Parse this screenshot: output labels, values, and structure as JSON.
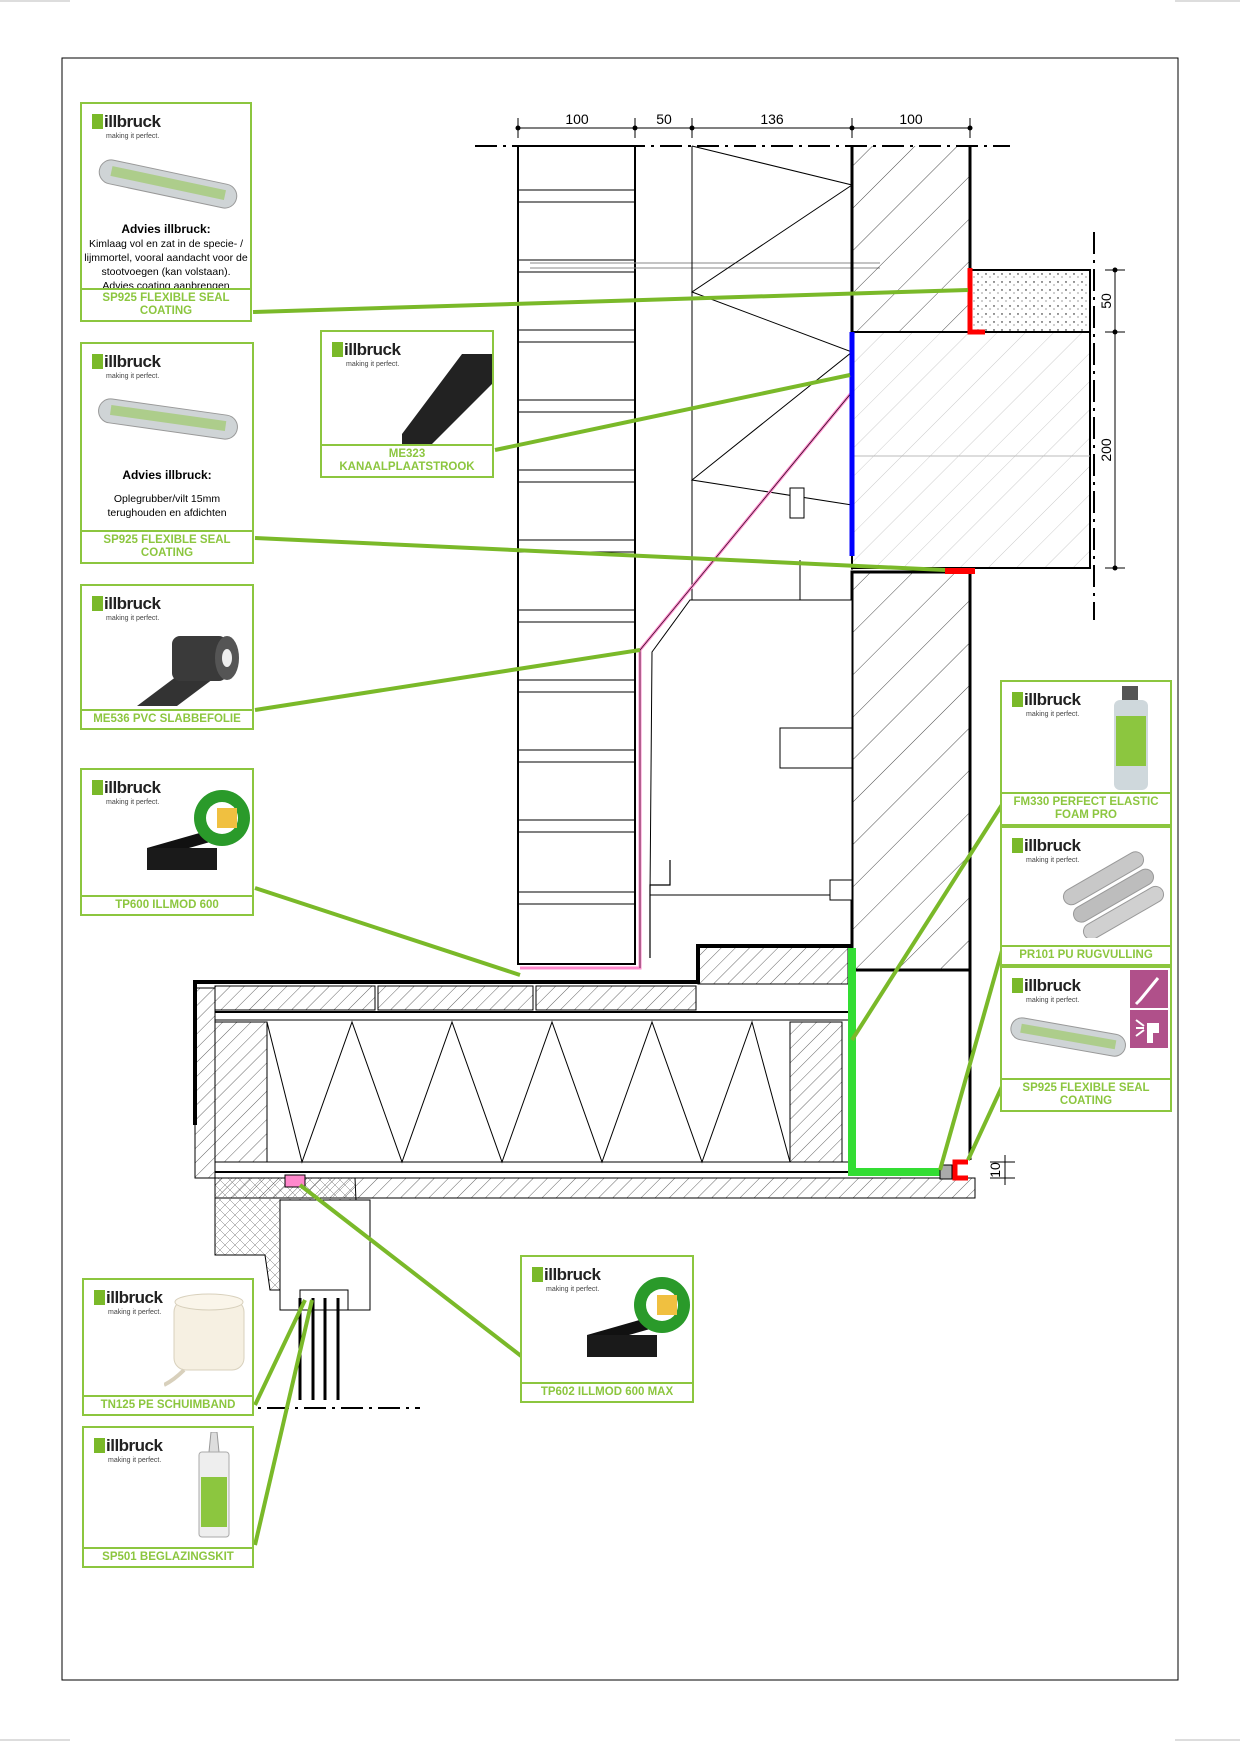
{
  "dimensions_top": [
    "100",
    "50",
    "136",
    "100"
  ],
  "dimensions_right": [
    "50",
    "200"
  ],
  "dimension_bottom": "10",
  "brand": {
    "name": "illbruck",
    "tagline": "making it perfect."
  },
  "colors": {
    "accent": "#8cc63f",
    "seal_red": "#ff0000",
    "membrane_blue": "#0000ff",
    "foam_green": "#33dd33",
    "foil_pink": "#ff88cc"
  },
  "cards": {
    "sp925_top": {
      "advice_title": "Advies illbruck:",
      "advice_lines": [
        "Kimlaag vol en zat in de specie- /",
        "lijmmortel, vooral aandacht voor de",
        "stootvoegen (kan volstaan).",
        "Advies coating aanbrengen"
      ],
      "caption": "SP925 FLEXIBLE SEAL COATING"
    },
    "sp925_mid": {
      "advice_title": "Advies illbruck:",
      "advice_lines": [
        "Oplegrubber/vilt 15mm",
        "terughouden en afdichten"
      ],
      "caption": "SP925 FLEXIBLE SEAL COATING"
    },
    "me323": {
      "caption": "ME323 KANAALPLAATSTROOK"
    },
    "me536": {
      "caption": "ME536 PVC SLABBEFOLIE"
    },
    "tp600": {
      "caption": "TP600 ILLMOD 600"
    },
    "fm330": {
      "caption": "FM330 PERFECT ELASTIC FOAM PRO"
    },
    "pr101": {
      "caption": "PR101 PU RUGVULLING"
    },
    "sp925_right": {
      "caption": "SP925 FLEXIBLE SEAL COATING"
    },
    "tp602": {
      "caption": "TP602 ILLMOD 600 MAX"
    },
    "tn125": {
      "caption": "TN125 PE SCHUIMBAND"
    },
    "sp501": {
      "caption": "SP501 BEGLAZINGSKIT"
    }
  }
}
